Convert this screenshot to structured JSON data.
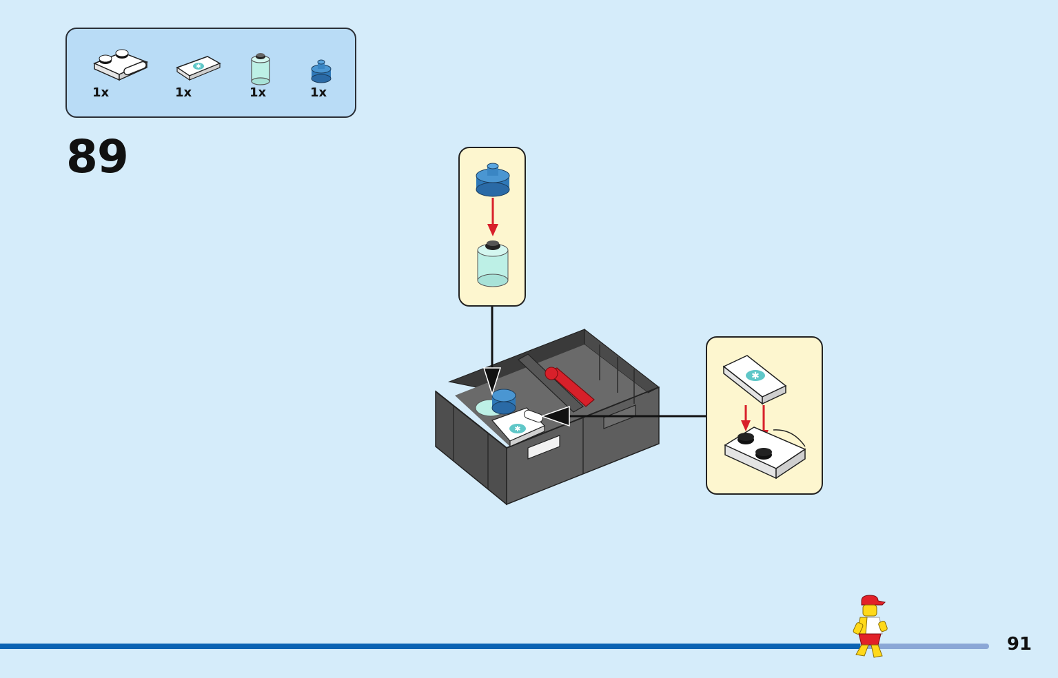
{
  "parts_list": {
    "items": [
      {
        "icon": "white-plate-with-bar-icon",
        "qty": "1x"
      },
      {
        "icon": "white-tile-medical-icon",
        "qty": "1x"
      },
      {
        "icon": "trans-light-blue-round-brick-icon",
        "qty": "1x"
      },
      {
        "icon": "blue-round-plate-icon",
        "qty": "1x"
      }
    ]
  },
  "step": {
    "number": "89"
  },
  "page": {
    "number": "91",
    "progress_fraction": 0.87
  },
  "colors": {
    "background": "#d5ecfa",
    "parts_box": "#b9dcf6",
    "callout": "#fdf6cf",
    "progress_fill": "#0b63b3",
    "progress_track": "#8ba7d6",
    "arrow_red": "#d8202a",
    "crate_gray": "#5a5a5a"
  }
}
